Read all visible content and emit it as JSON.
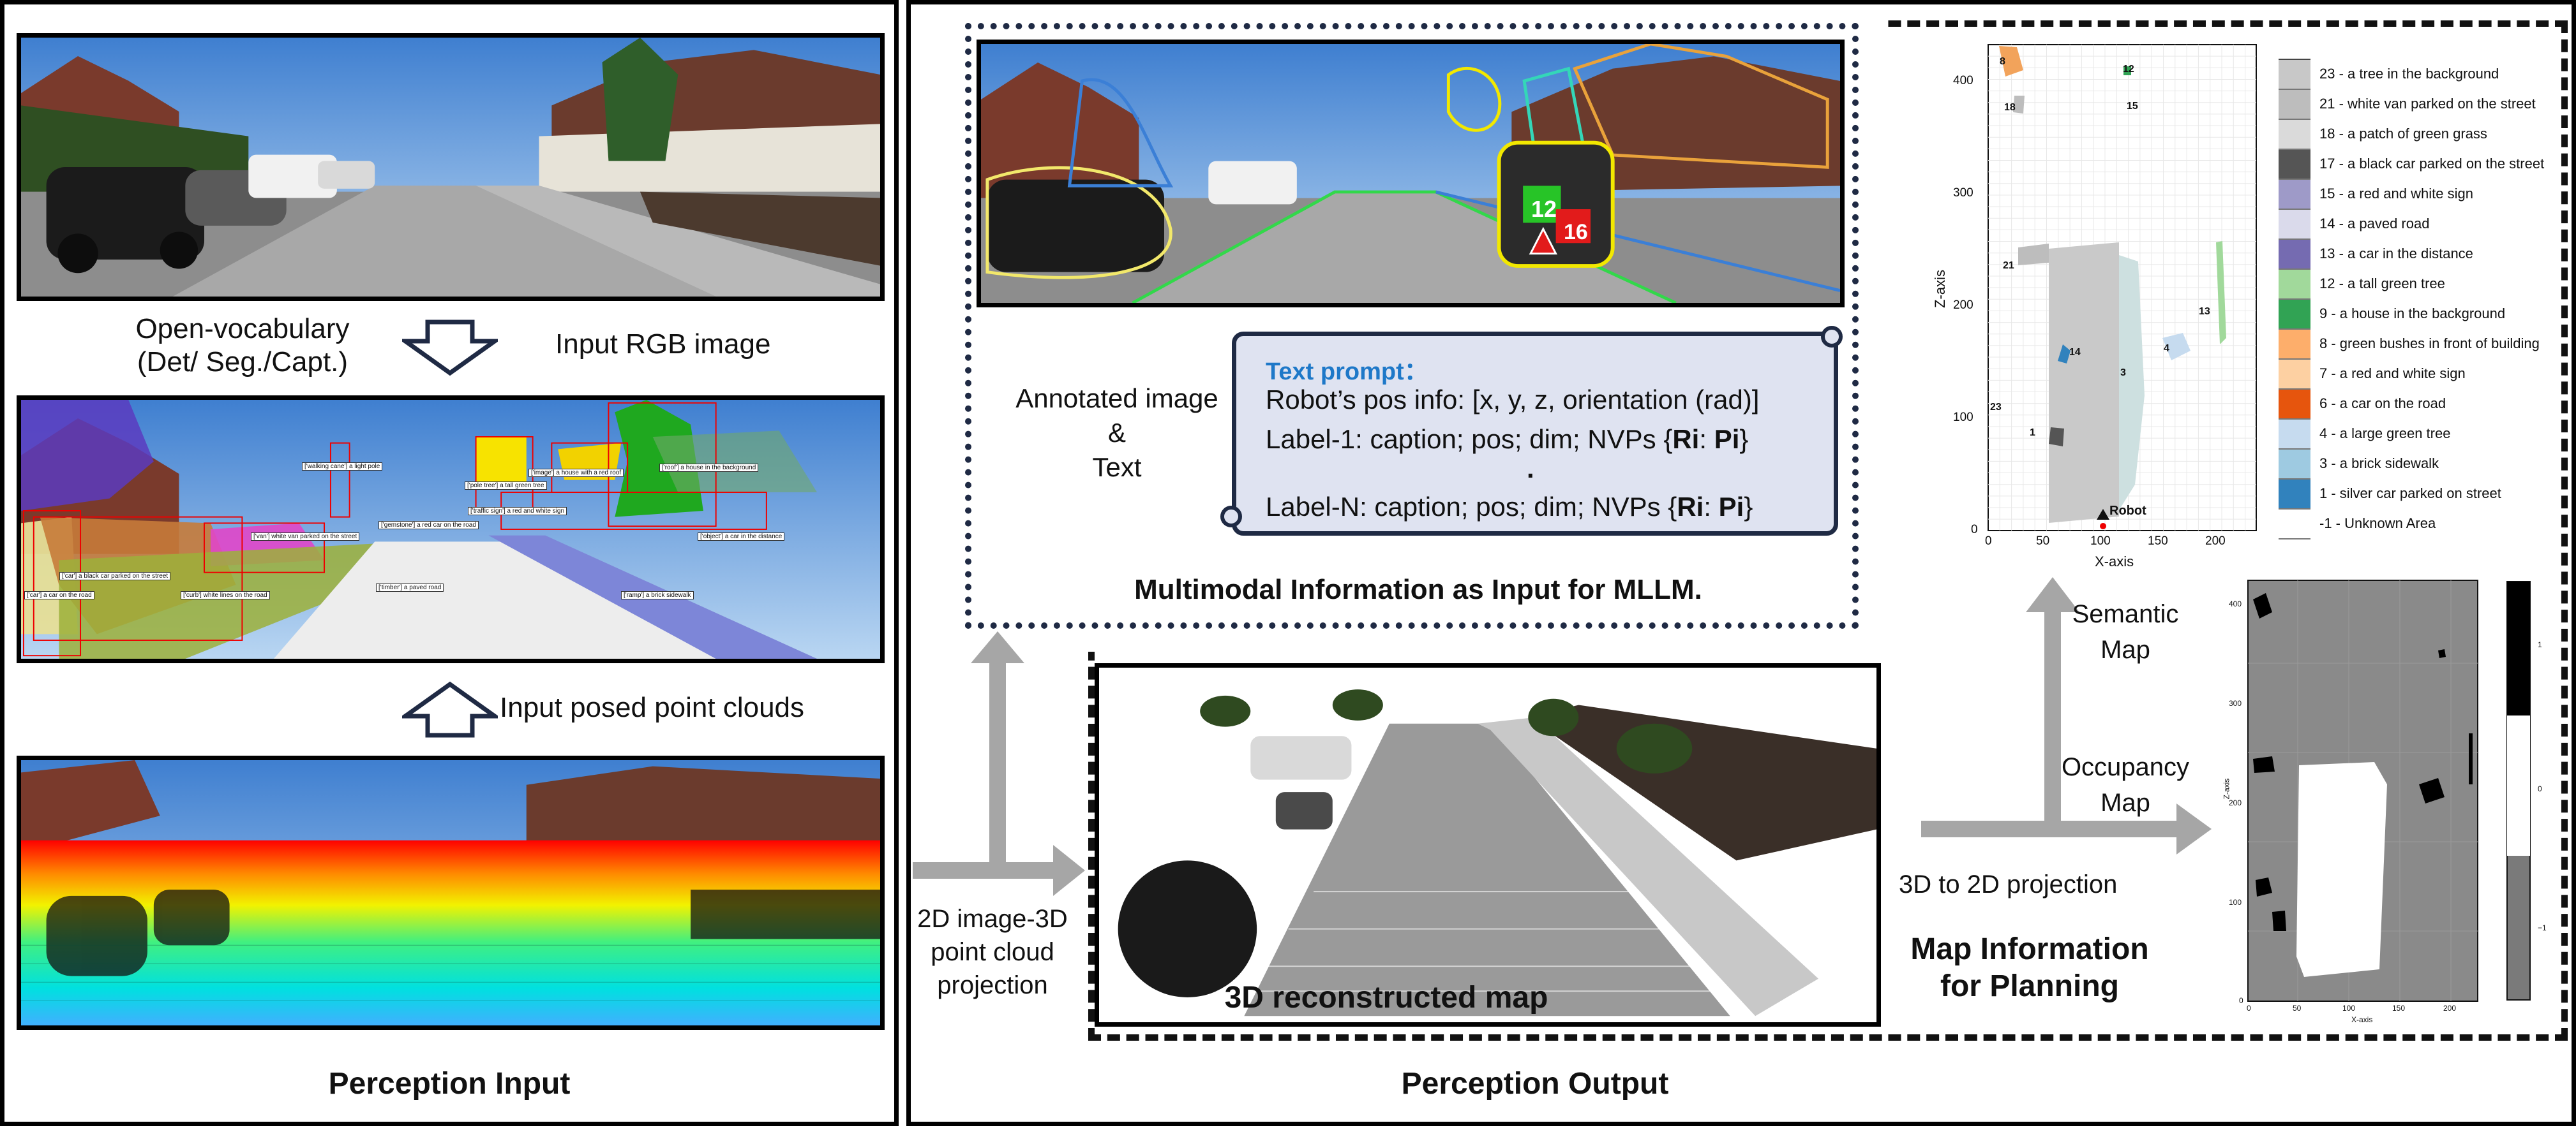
{
  "left_panel": {
    "arrow1_left_label": "Open-vocabulary\n(Det/ Seg./Capt.)",
    "arrow1_right_label": "Input RGB image",
    "arrow2_label": "Input posed point clouds",
    "title": "Perception Input"
  },
  "right_panel": {
    "title": "Perception Output",
    "annotated_label": "Annotated image\n&\nText",
    "prompt": {
      "header": "Text prompt：",
      "line1": "Robot’s pos info: [x, y, z, orientation (rad)]",
      "line2_prefix": "Label-1: caption; pos; dim; NVPs {",
      "line3": ".",
      "line4_prefix": "Label-N: caption; pos; dim; NVPs {",
      "ri": "Ri",
      "sep": ": ",
      "pi": "Pi",
      "close": "}"
    },
    "multimodal_caption": "Multimodal Information as Input for MLLM.",
    "projection_label": "2D image-3D\npoint cloud\nprojection",
    "recon_caption": "3D reconstructed map",
    "proj_2d_label": "3D to 2D projection",
    "semantic_label": "Semantic\nMap",
    "occupancy_label": "Occupancy\nMap",
    "map_info_title": "Map Information\nfor Planning"
  },
  "annotated_ids": [
    "12",
    "16"
  ],
  "segmentation_tags": [
    "['walking cane'] a light pole",
    "['pole tree'] a tall green tree",
    "['image'] a house with a red roof",
    "['roof'] a house in the background",
    "['traffic sign'] a red and white sign",
    "['gemstone'] a red car on the road",
    "['van'] white van parked on the street",
    "['object'] a car in the distance",
    "['car'] a black car parked on the street",
    "['car'] a car on the road",
    "['curb'] white lines on the road",
    "['timber'] a paved road",
    "['ramp'] a brick sidewalk"
  ],
  "semantic_map": {
    "xlabel": "X-axis",
    "ylabel": "Z-axis",
    "xticks": [
      "0",
      "50",
      "100",
      "150",
      "200"
    ],
    "yticks": [
      "0",
      "100",
      "200",
      "300",
      "400"
    ],
    "robot_label": "Robot",
    "region_labels": [
      "8",
      "12",
      "18",
      "15",
      "21",
      "14",
      "3",
      "4",
      "13",
      "23",
      "1"
    ],
    "legend": [
      {
        "label": "23 - a tree in the background",
        "color": "#c8c8c8"
      },
      {
        "label": "21 - white van parked on the street",
        "color": "#bdbdbd"
      },
      {
        "label": "18 - a patch of green grass",
        "color": "#dadada"
      },
      {
        "label": "17 - a black car parked on the street",
        "color": "#555555"
      },
      {
        "label": "15 - a red and white sign",
        "color": "#9e9ac8"
      },
      {
        "label": "14 - a paved road",
        "color": "#dadaeb"
      },
      {
        "label": "13 - a car in the distance",
        "color": "#756bb1"
      },
      {
        "label": "12 - a tall green tree",
        "color": "#a1d99b"
      },
      {
        "label": "9 - a house in the background",
        "color": "#31a354"
      },
      {
        "label": "8 - green bushes in front of building",
        "color": "#fdae6b"
      },
      {
        "label": "7 - a red and white sign",
        "color": "#fdd0a2"
      },
      {
        "label": "6 - a car on the road",
        "color": "#e6550d"
      },
      {
        "label": "4 - a large green tree",
        "color": "#c6dbef"
      },
      {
        "label": "3 - a brick sidewalk",
        "color": "#9ecae1"
      },
      {
        "label": "1 - silver car parked on street",
        "color": "#3182bd"
      },
      {
        "label": "-1 - Unknown Area",
        "color": "#ffffff"
      }
    ]
  },
  "occupancy_map": {
    "xlabel": "X-axis",
    "ylabel": "Z-axis",
    "xticks": [
      "0",
      "50",
      "100",
      "150",
      "200"
    ],
    "yticks": [
      "0",
      "100",
      "200",
      "300",
      "400"
    ],
    "cbar_ticks": [
      "1",
      "0",
      "−1"
    ]
  }
}
